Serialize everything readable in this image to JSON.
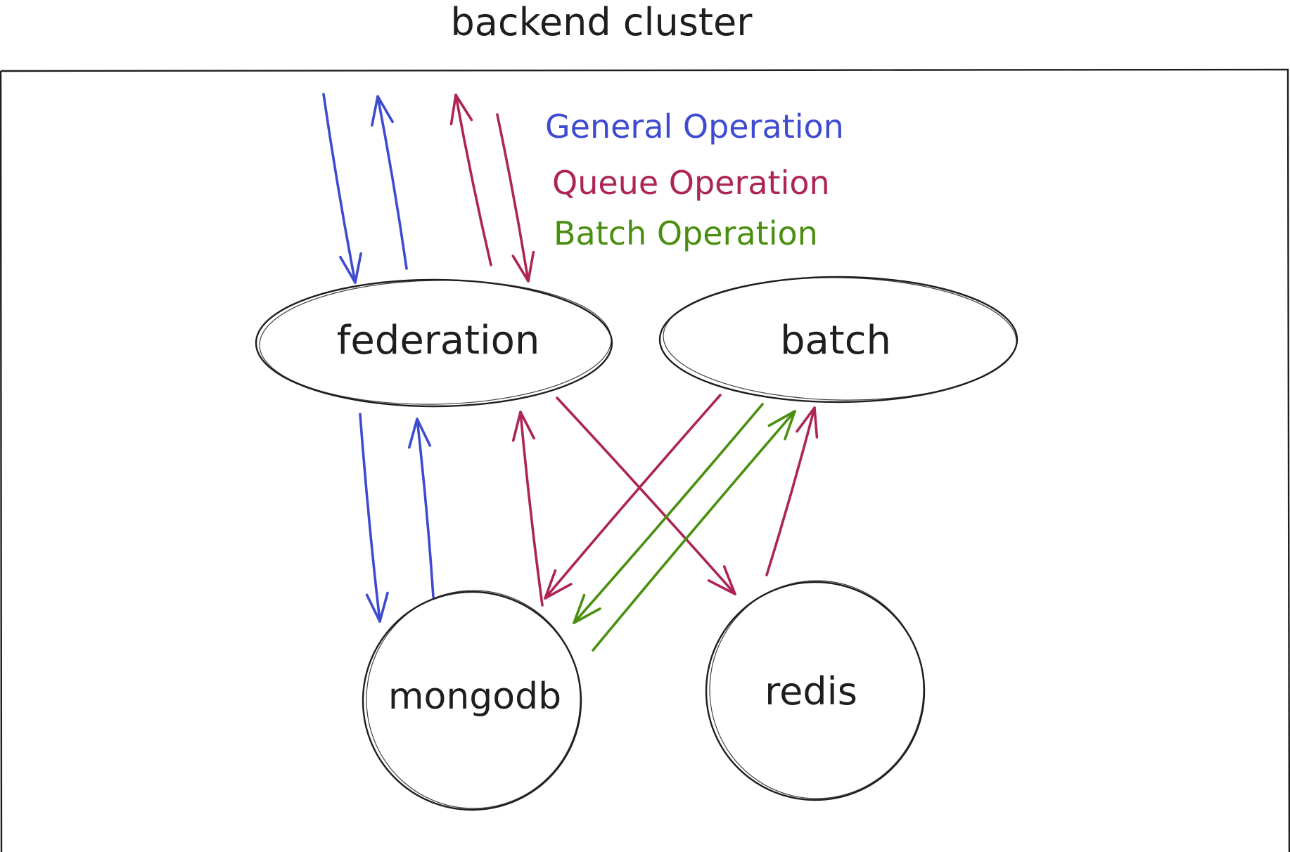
{
  "cluster": {
    "title": "backend cluster"
  },
  "legend": [
    {
      "id": "general",
      "label": "General Operation",
      "color": "#3e4bd0"
    },
    {
      "id": "queue",
      "label": "Queue Operation",
      "color": "#ad2456"
    },
    {
      "id": "batch",
      "label": "Batch Operation",
      "color": "#4a8f10"
    }
  ],
  "nodes": [
    {
      "id": "federation",
      "label": "federation",
      "shape": "ellipse"
    },
    {
      "id": "batch",
      "label": "batch",
      "shape": "ellipse"
    },
    {
      "id": "mongodb",
      "label": "mongodb",
      "shape": "circle"
    },
    {
      "id": "redis",
      "label": "redis",
      "shape": "circle"
    }
  ],
  "edges": [
    {
      "from": "external",
      "to": "federation",
      "type": "general"
    },
    {
      "from": "federation",
      "to": "external",
      "type": "general"
    },
    {
      "from": "federation",
      "to": "external",
      "type": "queue"
    },
    {
      "from": "external",
      "to": "federation",
      "type": "queue"
    },
    {
      "from": "federation",
      "to": "mongodb",
      "type": "general"
    },
    {
      "from": "mongodb",
      "to": "federation",
      "type": "general"
    },
    {
      "from": "mongodb",
      "to": "federation",
      "type": "queue"
    },
    {
      "from": "federation",
      "to": "redis",
      "type": "queue"
    },
    {
      "from": "batch",
      "to": "mongodb",
      "type": "queue"
    },
    {
      "from": "batch",
      "to": "mongodb",
      "type": "batch"
    },
    {
      "from": "mongodb",
      "to": "batch",
      "type": "batch"
    },
    {
      "from": "redis",
      "to": "batch",
      "type": "queue"
    }
  ]
}
